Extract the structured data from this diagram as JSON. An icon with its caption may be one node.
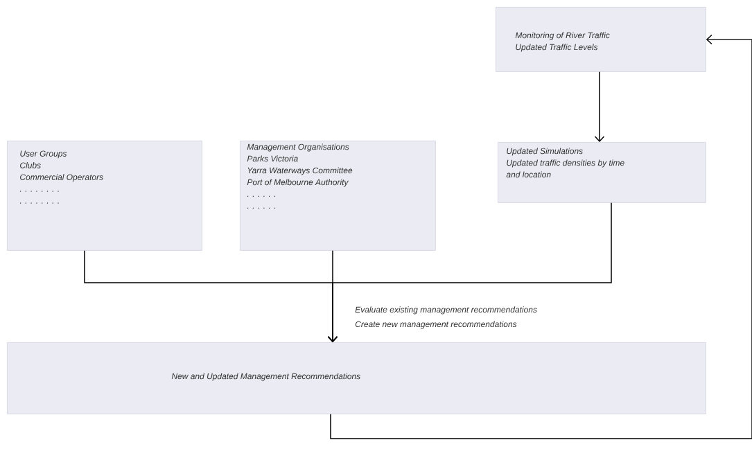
{
  "diagram": {
    "nodes": [
      {
        "text": [
          "Monitoring of River Traffic",
          "Updated Traffic Levels"
        ]
      },
      {
        "text": [
          "User Groups",
          "Clubs",
          "Commercial Operators",
          ". . . . . . . .",
          ". . . . . . . ."
        ]
      },
      {
        "text": [
          "Management Organisations",
          "Parks Victoria",
          "Yarra Waterways Committee",
          "Port of Melbourne Authority",
          ". . . . . .",
          ". . . . . ."
        ]
      },
      {
        "text": [
          "Updated Simulations",
          "Updated traffic densities by time and location"
        ]
      },
      {
        "text": [
          "New and Updated Management Recommendations"
        ]
      }
    ],
    "edges": [
      {
        "from": 0,
        "to": 3,
        "arrow": "to"
      },
      {
        "from": 1,
        "to": 4,
        "arrow": "to"
      },
      {
        "from": 2,
        "to": 4,
        "arrow": "to"
      },
      {
        "from": 3,
        "to": 4,
        "arrow": "to"
      },
      {
        "from": 4,
        "to": 0,
        "arrow": "to"
      }
    ],
    "labels": [
      "Evaluate existing management recommendations",
      "Create new management recommendations"
    ]
  }
}
